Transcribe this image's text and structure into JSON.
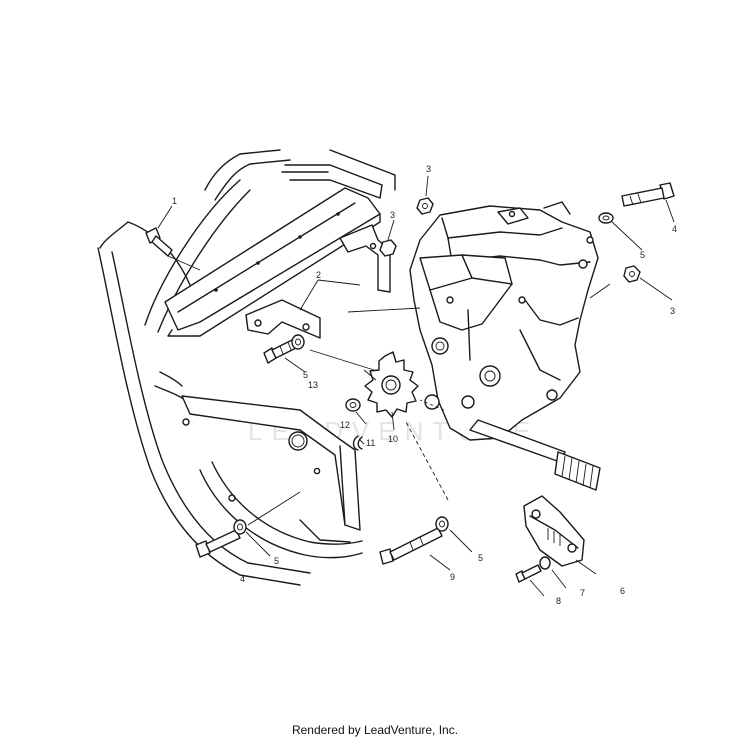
{
  "diagram": {
    "callouts": [
      {
        "id": "c1",
        "text": "1"
      },
      {
        "id": "c2",
        "text": "2"
      },
      {
        "id": "c3a",
        "text": "3"
      },
      {
        "id": "c3b",
        "text": "3"
      },
      {
        "id": "c3c",
        "text": "3"
      },
      {
        "id": "c4a",
        "text": "4"
      },
      {
        "id": "c4b",
        "text": "4"
      },
      {
        "id": "c5a",
        "text": "5"
      },
      {
        "id": "c5b",
        "text": "5"
      },
      {
        "id": "c5c",
        "text": "5"
      },
      {
        "id": "c5d",
        "text": "5"
      },
      {
        "id": "c6",
        "text": "6"
      },
      {
        "id": "c7",
        "text": "7"
      },
      {
        "id": "c8",
        "text": "8"
      },
      {
        "id": "c9",
        "text": "9"
      },
      {
        "id": "c10",
        "text": "10"
      },
      {
        "id": "c11",
        "text": "11"
      },
      {
        "id": "c12",
        "text": "12"
      },
      {
        "id": "c13",
        "text": "13"
      }
    ],
    "watermark": "LEADVENTURE"
  },
  "footer": {
    "text": "Rendered by LeadVenture, Inc."
  }
}
